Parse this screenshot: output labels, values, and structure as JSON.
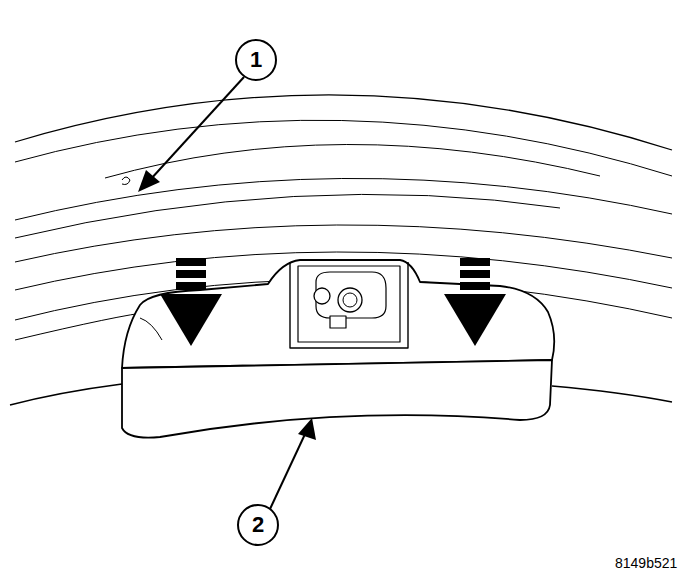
{
  "diagram": {
    "labels": [
      "1",
      "2",
      "8149b521"
    ]
  }
}
